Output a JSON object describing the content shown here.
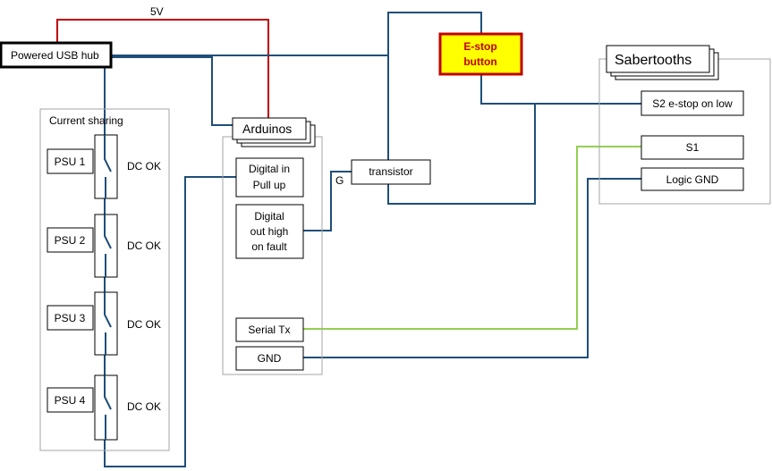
{
  "labels": {
    "usb_hub": "Powered USB hub",
    "five_v": "5V",
    "estop_line1": "E-stop",
    "estop_line2": "button",
    "sabertooths": "Sabertooths",
    "s2": "S2 e-stop on low",
    "s1": "S1",
    "logic_gnd": "Logic GND",
    "arduinos": "Arduinos",
    "current_sharing": "Current sharing",
    "digital_in_1": "Digital in",
    "digital_in_2": "Pull up",
    "digital_out_1": "Digital",
    "digital_out_2": "out high",
    "digital_out_3": "on fault",
    "serial_tx": "Serial Tx",
    "gnd": "GND",
    "transistor": "transistor",
    "gate": "G"
  },
  "psus": [
    {
      "label": "PSU 1",
      "status": "DC OK"
    },
    {
      "label": "PSU 2",
      "status": "DC OK"
    },
    {
      "label": "PSU 3",
      "status": "DC OK"
    },
    {
      "label": "PSU 4",
      "status": "DC OK"
    }
  ],
  "colors": {
    "power_wire": "#c00000",
    "signal_wire": "#1f4e79",
    "serial_wire": "#92d050",
    "estop_fill": "#ffff00",
    "estop_border": "#c00000",
    "group_border": "#a6a6a6"
  }
}
